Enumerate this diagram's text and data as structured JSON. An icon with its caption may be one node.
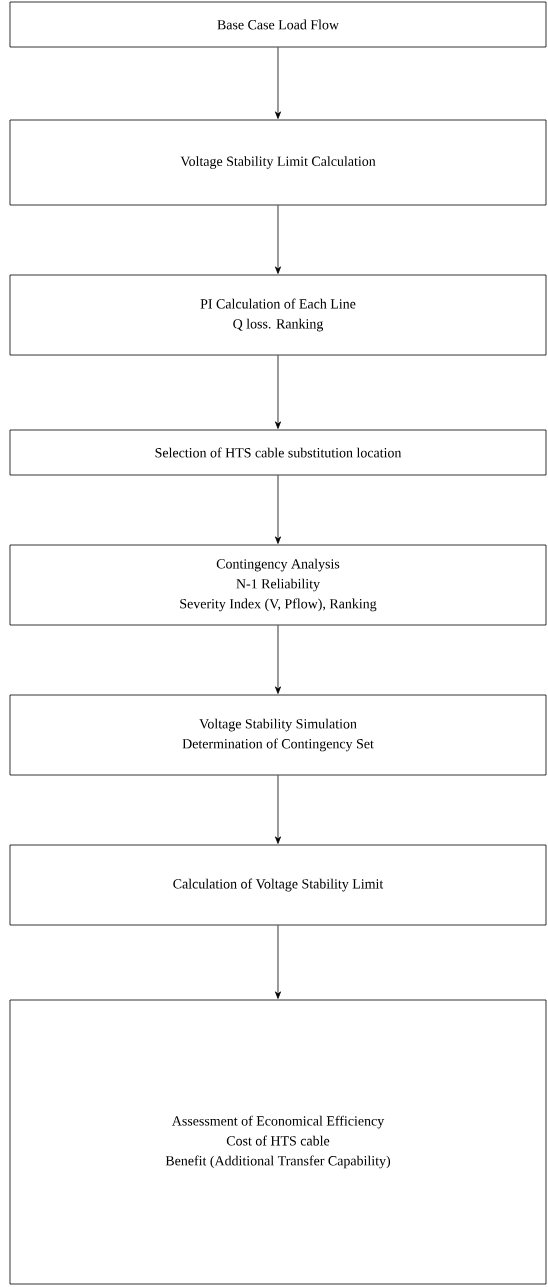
{
  "diagram": {
    "nodes": [
      {
        "text": [
          "Base Case Load Flow"
        ]
      },
      {
        "text": [
          "Voltage Stability Limit Calculation"
        ]
      },
      {
        "text": [
          "PI Calculation of Each Line",
          "Q loss. Ranking"
        ]
      },
      {
        "text": [
          "Selection of HTS cable substitution location"
        ]
      },
      {
        "text": [
          "Contingency Analysis",
          "N-1 Reliability",
          "Severity Index (V, Pflow), Ranking"
        ]
      },
      {
        "text": [
          "Voltage Stability Simulation",
          "Determination of Contingency Set"
        ]
      },
      {
        "text": [
          "Calculation of Voltage Stability Limit"
        ]
      },
      {
        "text": [
          "Assessment of Economical Efficiency",
          "Cost of HTS cable",
          "Benefit (Additional Transfer Capability)"
        ]
      }
    ],
    "edges": [
      {
        "from": 0,
        "to": 1,
        "arrow": "to"
      },
      {
        "from": 1,
        "to": 2,
        "arrow": "to"
      },
      {
        "from": 2,
        "to": 3,
        "arrow": "to"
      },
      {
        "from": 3,
        "to": 4,
        "arrow": "to"
      },
      {
        "from": 4,
        "to": 5,
        "arrow": "to"
      },
      {
        "from": 5,
        "to": 6,
        "arrow": "to"
      },
      {
        "from": 6,
        "to": 7,
        "arrow": "to"
      }
    ]
  }
}
